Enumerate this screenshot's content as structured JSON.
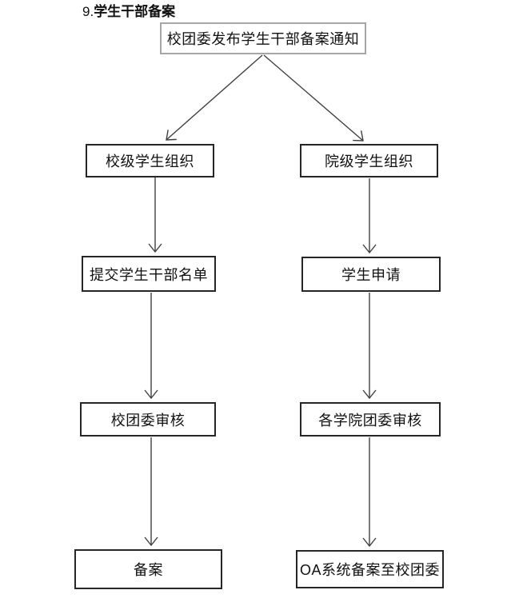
{
  "page": {
    "heading_number": "9.",
    "heading_text": "学生干部备案"
  },
  "flowchart": {
    "type": "flowchart",
    "nodes": {
      "notice": {
        "label": "校团委发布学生干部备案通知"
      },
      "school_org": {
        "label": "校级学生组织"
      },
      "college_org": {
        "label": "院级学生组织"
      },
      "submit_list": {
        "label": "提交学生干部名单"
      },
      "student_apply": {
        "label": "学生申请"
      },
      "school_review": {
        "label": "校团委审核"
      },
      "college_review": {
        "label": "各学院团委审核"
      },
      "filing": {
        "label": "备案"
      },
      "oa_filing": {
        "label": "OA系统备案至校团委"
      }
    },
    "edges": [
      {
        "from": "notice",
        "to": "school_org"
      },
      {
        "from": "notice",
        "to": "college_org"
      },
      {
        "from": "school_org",
        "to": "submit_list"
      },
      {
        "from": "submit_list",
        "to": "school_review"
      },
      {
        "from": "school_review",
        "to": "filing"
      },
      {
        "from": "college_org",
        "to": "student_apply"
      },
      {
        "from": "student_apply",
        "to": "college_review"
      },
      {
        "from": "college_review",
        "to": "oa_filing"
      }
    ]
  },
  "colors": {
    "background": "#ffffff",
    "box_border": "#262626",
    "top_box_border": "#a6a6a6",
    "arrow": "#404040",
    "text": "#111111"
  }
}
